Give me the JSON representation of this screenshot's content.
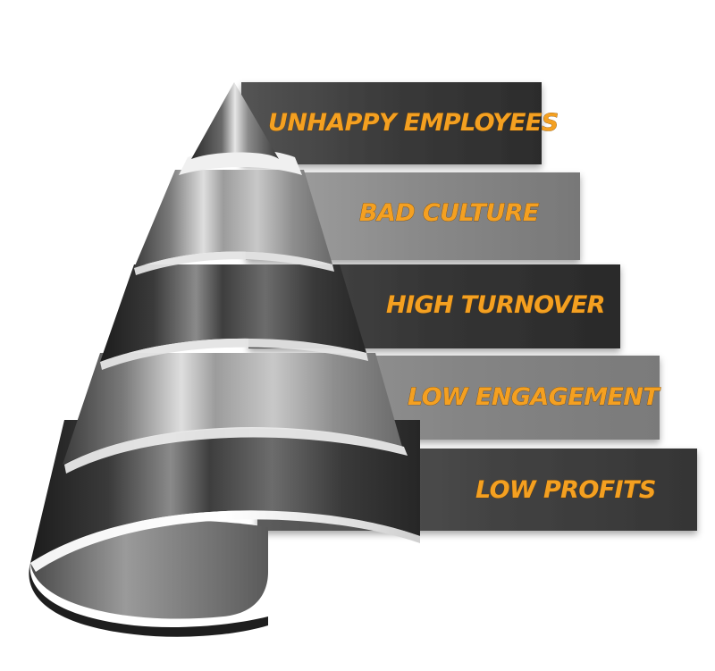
{
  "diagram": {
    "levels": [
      {
        "label": "UNHAPPY EMPLOYEES"
      },
      {
        "label": "BAD CULTURE"
      },
      {
        "label": "HIGH TURNOVER"
      },
      {
        "label": "LOW ENGAGEMENT"
      },
      {
        "label": "LOW PROFITS"
      }
    ]
  },
  "colors": {
    "label_text": "#f4a021",
    "panel_dark": "#2e2e2e",
    "panel_mid": "#6a6a6a",
    "panel_light": "#9a9a9a",
    "background": "#ffffff"
  }
}
